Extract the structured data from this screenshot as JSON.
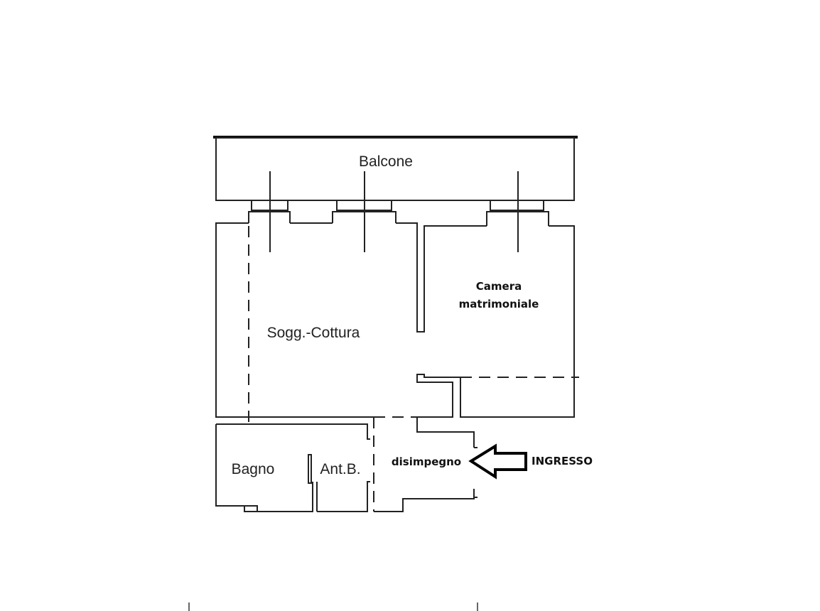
{
  "plan": {
    "rooms": {
      "balcone": "Balcone",
      "soggiorno": "Sogg.-Cottura",
      "camera_line1": "Camera",
      "camera_line2": "matrimoniale",
      "bagno": "Bagno",
      "antibagno": "Ant.B.",
      "disimpegno": "disimpegno"
    },
    "entrance": "INGRESSO",
    "line_color": "#222222"
  }
}
